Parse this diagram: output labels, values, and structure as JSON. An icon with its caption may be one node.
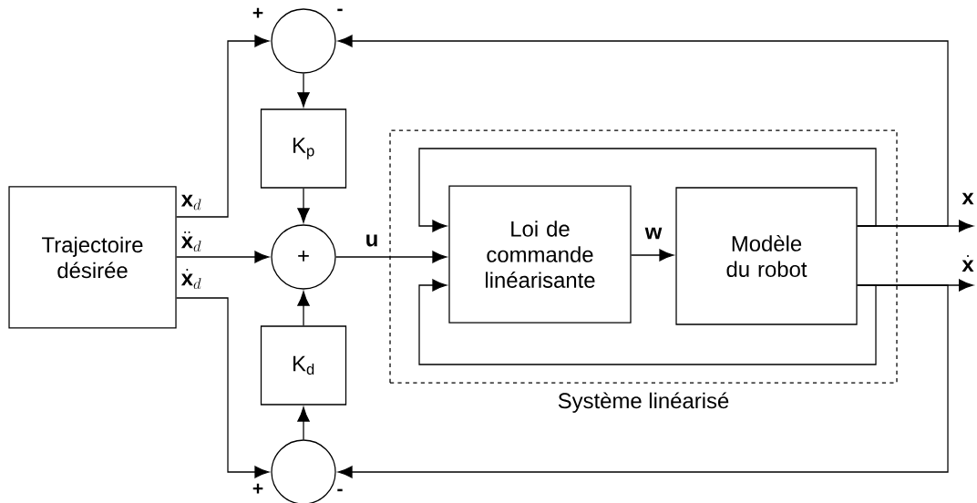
{
  "diagram": {
    "nodes": [
      {
        "text": [
          "Trajectoire désirée"
        ]
      },
      {
        "text": [],
        "shape": "circle",
        "beside": [
          "+",
          "-"
        ]
      },
      {
        "text": [
          "K$_{p}$"
        ]
      },
      {
        "text": [
          "+"
        ]
      },
      {
        "text": [
          "K$_{d}$"
        ]
      },
      {
        "text": [],
        "shape": "circle",
        "beside": [
          "+",
          "-"
        ]
      },
      {
        "text": [
          "Système linéarisé"
        ]
      },
      {
        "text": [
          "Loi de commande linéarisante"
        ],
        "in": 6
      },
      {
        "text": [
          "Modèle du robot"
        ],
        "in": 6
      }
    ],
    "edges": [
      {
        "from": 0,
        "to": 1,
        "arrow": "to",
        "label": "\\mathbf{x}_d"
      },
      {
        "from": 0,
        "to": 3,
        "arrow": "to",
        "label": "\\ddot{\\mathbf{x}}_d"
      },
      {
        "from": 0,
        "to": 5,
        "arrow": "to",
        "label": "\\dot{\\mathbf{x}}_d"
      },
      {
        "from": 1,
        "to": 2,
        "arrow": "to"
      },
      {
        "from": 2,
        "to": 3,
        "arrow": "to"
      },
      {
        "from": 4,
        "to": 3,
        "arrow": "to"
      },
      {
        "from": 5,
        "to": 4,
        "arrow": "to"
      },
      {
        "from": 3,
        "to": 7,
        "arrow": "to",
        "label": "\\mathbf{u}"
      },
      {
        "from": 7,
        "to": 8,
        "arrow": "to",
        "label": "\\mathbf{w}"
      },
      {
        "from": 8,
        "to": null,
        "arrow": "to",
        "label": "\\mathbf{x}"
      },
      {
        "from": 8,
        "to": null,
        "arrow": "to",
        "label": "\\dot{\\mathbf{x}}"
      },
      {
        "from": 8,
        "to": 1,
        "arrow": "to"
      },
      {
        "from": 8,
        "to": 5,
        "arrow": "to"
      },
      {
        "from": 8,
        "to": 7,
        "arrow": "to"
      },
      {
        "from": 8,
        "to": 7,
        "arrow": "to"
      }
    ]
  }
}
